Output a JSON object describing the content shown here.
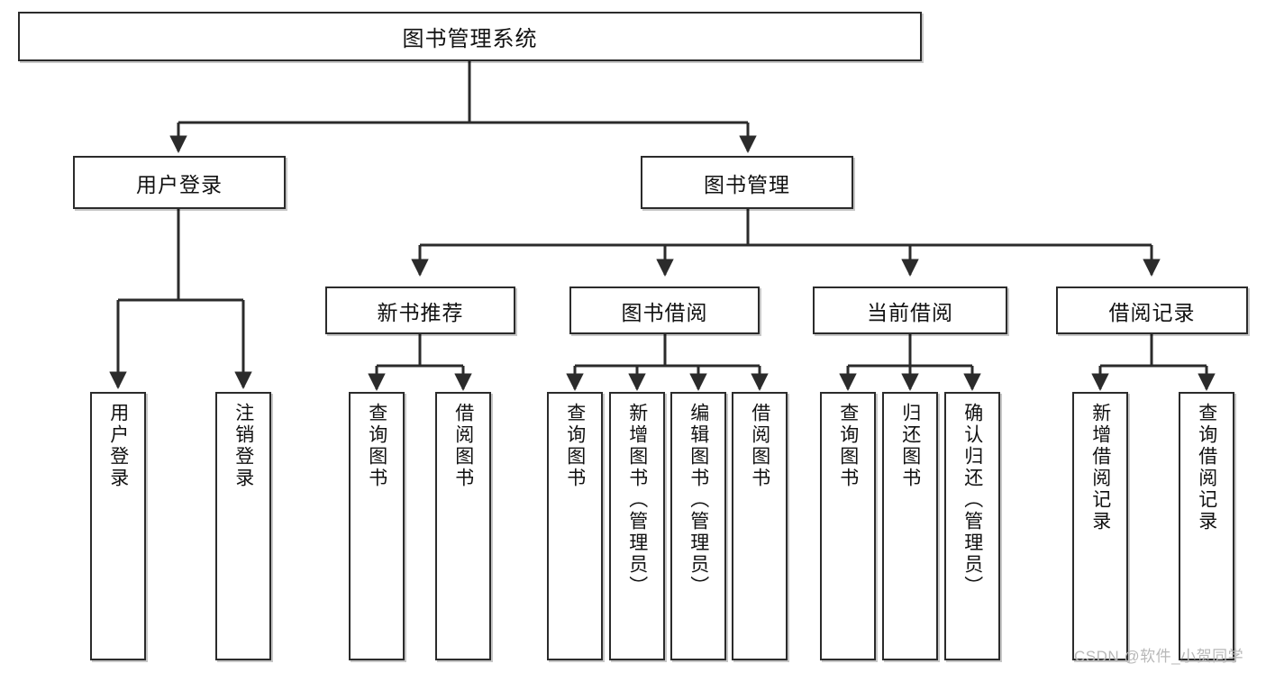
{
  "diagram": {
    "type": "tree-hierarchy-chart",
    "title": "图书管理系统",
    "watermark": "CSDN @软件_小贺同学",
    "colors": {
      "box_border": "#2b2b2b",
      "box_fill": "#ffffff",
      "connector": "#2b2b2b",
      "text": "#111111",
      "watermark": "#b8b8b8"
    },
    "levels": [
      {
        "level": 1,
        "nodes": [
          {
            "id": "root",
            "label": "图书管理系统",
            "orientation": "horizontal"
          }
        ]
      },
      {
        "level": 2,
        "nodes": [
          {
            "id": "user-login",
            "label": "用户登录",
            "orientation": "horizontal",
            "parent": "root"
          },
          {
            "id": "book-management",
            "label": "图书管理",
            "orientation": "horizontal",
            "parent": "root"
          }
        ]
      },
      {
        "level": 3,
        "nodes": [
          {
            "id": "new-book-recommend",
            "label": "新书推荐",
            "orientation": "horizontal",
            "parent": "book-management"
          },
          {
            "id": "book-borrow",
            "label": "图书借阅",
            "orientation": "horizontal",
            "parent": "book-management"
          },
          {
            "id": "current-borrow",
            "label": "当前借阅",
            "orientation": "horizontal",
            "parent": "book-management"
          },
          {
            "id": "borrow-record",
            "label": "借阅记录",
            "orientation": "horizontal",
            "parent": "book-management"
          }
        ]
      },
      {
        "level": 4,
        "nodes": [
          {
            "id": "leaf-user-login",
            "label": "用户登录",
            "orientation": "vertical",
            "parent": "user-login"
          },
          {
            "id": "leaf-logout-login",
            "label": "注销登录",
            "orientation": "vertical",
            "parent": "user-login"
          },
          {
            "id": "leaf-query-book-1",
            "label": "查询图书",
            "orientation": "vertical",
            "parent": "new-book-recommend"
          },
          {
            "id": "leaf-borrow-book-1",
            "label": "借阅图书",
            "orientation": "vertical",
            "parent": "new-book-recommend"
          },
          {
            "id": "leaf-query-book-2",
            "label": "查询图书",
            "orientation": "vertical",
            "parent": "book-borrow"
          },
          {
            "id": "leaf-add-book",
            "label": "新增图书（管理员）",
            "orientation": "vertical",
            "parent": "book-borrow"
          },
          {
            "id": "leaf-edit-book",
            "label": "编辑图书（管理员）",
            "orientation": "vertical",
            "parent": "book-borrow"
          },
          {
            "id": "leaf-borrow-book-2",
            "label": "借阅图书",
            "orientation": "vertical",
            "parent": "book-borrow"
          },
          {
            "id": "leaf-query-book-3",
            "label": "查询图书",
            "orientation": "vertical",
            "parent": "current-borrow"
          },
          {
            "id": "leaf-return-book",
            "label": "归还图书",
            "orientation": "vertical",
            "parent": "current-borrow"
          },
          {
            "id": "leaf-confirm-return",
            "label": "确认归还（管理员）",
            "orientation": "vertical",
            "parent": "current-borrow"
          },
          {
            "id": "leaf-add-record",
            "label": "新增借阅记录",
            "orientation": "vertical",
            "parent": "borrow-record"
          },
          {
            "id": "leaf-query-record",
            "label": "查询借阅记录",
            "orientation": "vertical",
            "parent": "borrow-record"
          }
        ]
      }
    ]
  }
}
